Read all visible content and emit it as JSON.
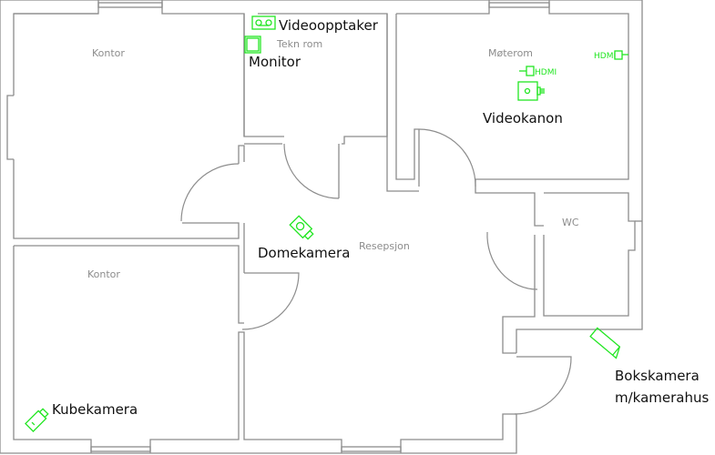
{
  "rooms": {
    "kontor_top": "Kontor",
    "kontor_bottom": "Kontor",
    "tekn_rom": "Tekn rom",
    "moterom": "Møterom",
    "wc": "WC",
    "resepsjon": "Resepsjon"
  },
  "devices": {
    "videoopptaker": "Videoopptaker",
    "monitor": "Monitor",
    "videokanon": "Videokanon",
    "hdmi_wall": "HDMI",
    "hdmi_projector": "HDMI",
    "domekamera": "Domekamera",
    "kubekamera": "Kubekamera",
    "bokskamera_line1": "Bokskamera",
    "bokskamera_line2": "m/kamerahus"
  },
  "colors": {
    "wall": "#8c8c8c",
    "device": "#22e622"
  }
}
